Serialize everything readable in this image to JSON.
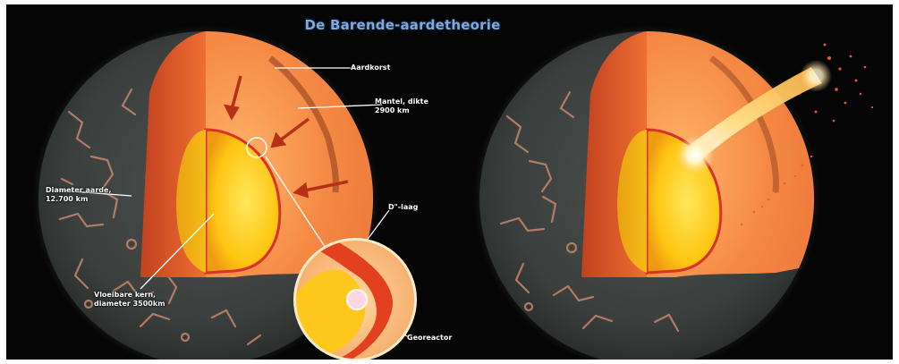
{
  "title": "De Barende-aardetheorie",
  "labels": {
    "aardkorst": "Aardkorst",
    "mantel": "Mantel, dikte\n2900 km",
    "diameter_aarde": "Diameter aarde,\n12.700 km",
    "d_laag": "D\"-laag",
    "vloeibare_kern": "Vloeibare kern,\ndiameter 3500km",
    "georeactor": "Georeactor"
  },
  "colors": {
    "title": "#7fa9d8",
    "mantle": "#f07830",
    "core": "#ffd21a",
    "surface": "#3a3f3d",
    "cracks": "#c9866e",
    "background": "#050505"
  }
}
